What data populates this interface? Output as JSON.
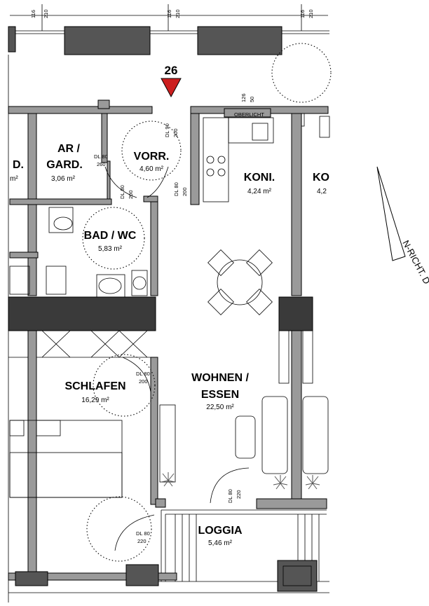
{
  "unit_marker": {
    "number": "26"
  },
  "dims_top": {
    "a_top": "116",
    "a_bottom": "210"
  },
  "dims_mid": {
    "top": "126",
    "bottom": "50"
  },
  "north": "N-RICHT. D",
  "overhead_label": "OBERLICHT",
  "rooms": {
    "ar_gard": {
      "name_1": "AR /",
      "name_2": "GARD.",
      "area": "3,06 m²"
    },
    "vorr": {
      "name": "VORR.",
      "area": "4,60 m²"
    },
    "koni": {
      "name": "KONI.",
      "area": "4,24 m²"
    },
    "ko_partial": {
      "name": "KO",
      "area": "4,2"
    },
    "bad": {
      "name": "BAD / WC",
      "area": "5,83 m²"
    },
    "wohnen": {
      "name_1": "WOHNEN /",
      "name_2": "ESSEN",
      "area": "22,50 m²"
    },
    "schlafen": {
      "name": "SCHLAFEN",
      "area": "16,29 m²"
    },
    "loggia": {
      "name": "LOGGIA",
      "area": "5,46 m²"
    },
    "left_partial": {
      "d": "D.",
      "m2": "m²"
    }
  },
  "doors": {
    "dl80_260": {
      "a": "DL 80",
      "b": "260"
    },
    "dl90_200": {
      "a": "DL 90",
      "b": "200"
    },
    "dl80_200_left": {
      "a": "DL 80",
      "b": "200"
    },
    "dl80_200_right": {
      "a": "DL 80",
      "b": "200"
    },
    "dl80_200_schlafen": {
      "a": "DL 80",
      "b": "200"
    },
    "dl80_220_wohnen": {
      "a": "DL 80",
      "b": "220"
    },
    "dl80_220_loggia": {
      "a": "DL 80",
      "b": "220"
    }
  },
  "colors": {
    "wall": "#9a9a9a",
    "dark_wall": "#3a3a3a",
    "marker": "#cc1f1f"
  }
}
